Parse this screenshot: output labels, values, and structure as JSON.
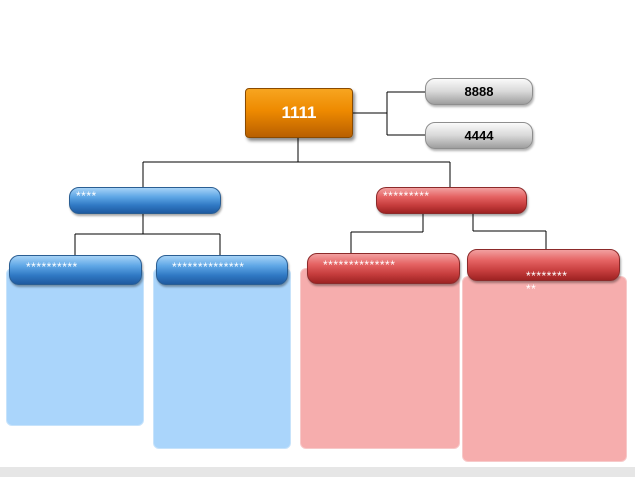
{
  "root": {
    "label": "1111"
  },
  "side": [
    {
      "label": "8888"
    },
    {
      "label": "4444"
    }
  ],
  "level1": [
    {
      "label": "****"
    },
    {
      "label": "*********"
    }
  ],
  "level2": [
    {
      "label": "**********"
    },
    {
      "label": "**************"
    },
    {
      "label": "**************"
    },
    {
      "label": "********\n**"
    }
  ],
  "colors": {
    "root": "#ee8a00",
    "grey": "#d8d8d8",
    "blue": "#2f78c3",
    "red": "#c53c3c",
    "blue_panel": "#aad5fb",
    "red_panel": "#f6adad"
  }
}
